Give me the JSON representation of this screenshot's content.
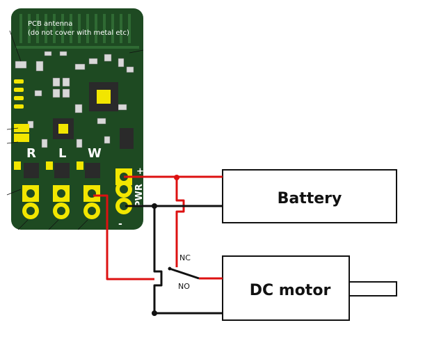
{
  "board": {
    "antenna_note_line1": "PCB antenna",
    "antenna_note_line2": "(do not cover with metal etc)",
    "channel_labels": [
      "R",
      "L",
      "W"
    ],
    "power_label": "PWR",
    "plus_sign": "+",
    "minus_sign": "-"
  },
  "components": {
    "battery": "Battery",
    "motor": "DC motor"
  },
  "switch": {
    "nc": "NC",
    "no": "NO"
  },
  "colors": {
    "board": "#1e4a22",
    "pad": "#f2e600",
    "wire_red": "#dd1111",
    "wire_black": "#111111"
  }
}
